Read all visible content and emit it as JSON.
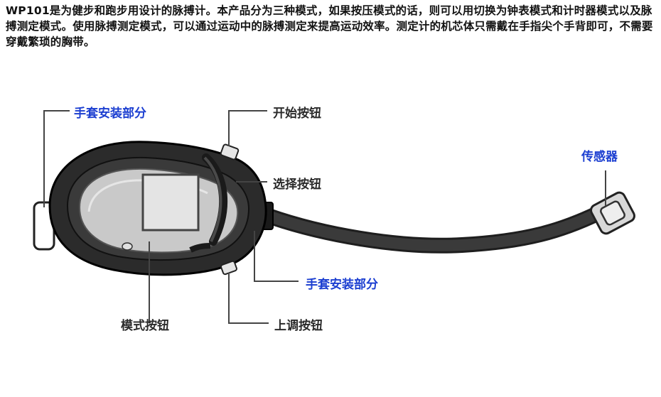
{
  "intro_text": "WP101是为健步和跑步用设计的脉搏计。本产品分为三种模式，如果按压模式的话，则可以用切换为钟表模式和计时器模式以及脉搏测定模式。使用脉搏测定模式，可以通过运动中的脉搏测定来提高运动效率。测定计的机芯体只需戴在手指尖个手背即可，不需要穿戴繁琐的胸带。",
  "labels": {
    "glove_mount_top": "手套安装部分",
    "start_button": "开始按钮",
    "select_button": "选择按钮",
    "sensor": "传感器",
    "glove_mount_bottom": "手套安装部分",
    "mode_button": "模式按钮",
    "up_button": "上调按钮"
  },
  "colors": {
    "highlight_label": "#1c3fd1",
    "plain_label": "#2a2a2a",
    "device_body": "#2b2b2b",
    "face_panel": "#c9c9c9",
    "screen": "#e4e4e4"
  }
}
